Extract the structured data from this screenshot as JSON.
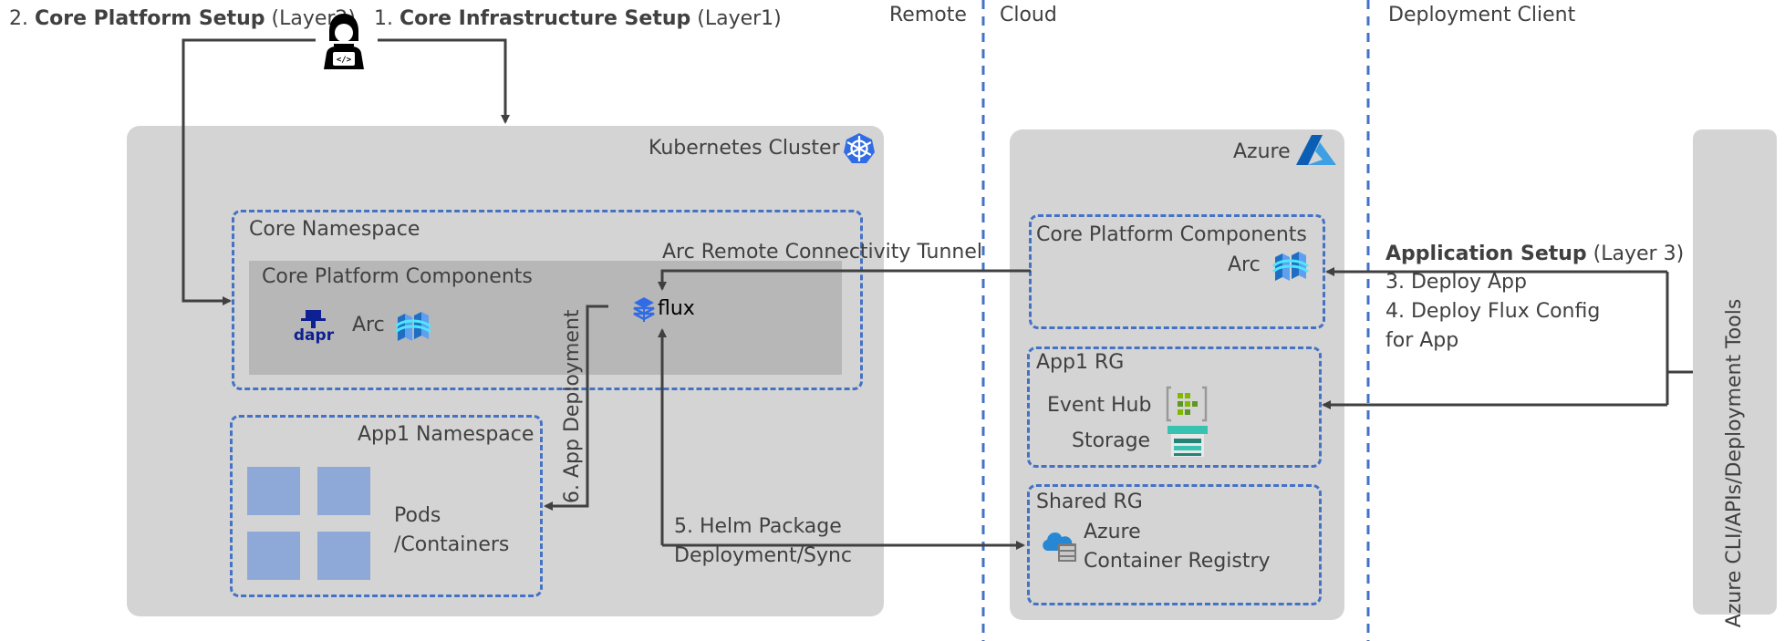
{
  "header": {
    "step2_prefix": "2. ",
    "step2_bold": "Core Platform Setup",
    "step2_suffix": " (Layer2)",
    "step1_prefix": "1. ",
    "step1_bold": "Core Infrastructure Setup",
    "step1_suffix": " (Layer1)"
  },
  "zones": {
    "remote": "Remote",
    "cloud": "Cloud",
    "client": "Deployment Client"
  },
  "k8s": {
    "title": "Kubernetes Cluster",
    "core_namespace": "Core Namespace",
    "core_components": "Core Platform Components",
    "arc": "Arc",
    "dapr": "dapr",
    "flux": "flux",
    "app_namespace": "App1 Namespace",
    "pods_line1": "Pods",
    "pods_line2": "/Containers"
  },
  "azure": {
    "title": "Azure",
    "core_components": "Core Platform Components",
    "arc": "Arc",
    "app_rg": "App1 RG",
    "event_hub": "Event Hub",
    "storage": "Storage",
    "shared_rg": "Shared RG",
    "acr_line1": "Azure",
    "acr_line2": "Container Registry"
  },
  "arrows": {
    "tunnel": "Arc Remote Connectivity Tunnel",
    "app_deployment": "6. App Deployment",
    "helm_line1": "5. Helm Package",
    "helm_line2": "Deployment/Sync"
  },
  "client": {
    "app_setup_bold": "Application Setup",
    "app_setup_suffix": " (Layer 3)",
    "step3": "3. Deploy App",
    "step4_line1": "4. Deploy Flux Config",
    "step4_line2": "for App",
    "tools": "Azure CLI/APIs/Deployment Tools"
  },
  "colors": {
    "panel": "#d4d4d4",
    "inner_panel": "#b7b7b7",
    "dashed_border": "#4472c4",
    "arrow": "#404040",
    "pod": "#8ea9d8"
  }
}
